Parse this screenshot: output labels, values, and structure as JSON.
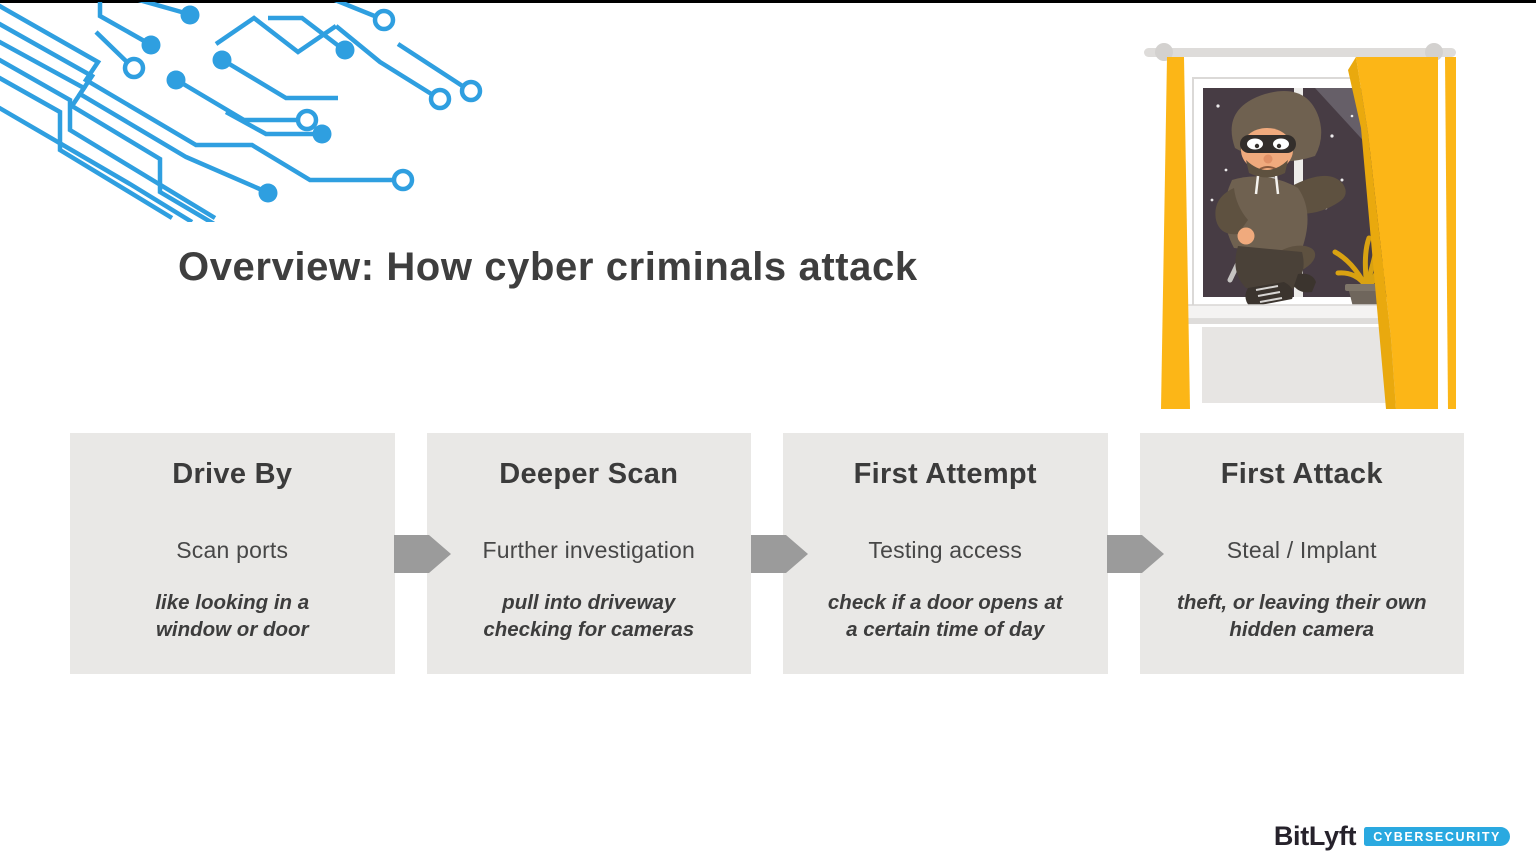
{
  "slide": {
    "title": "Overview: How cyber criminals attack",
    "stages": [
      {
        "heading": "Drive By",
        "action": "Scan ports",
        "analogy": "like looking in a window or door"
      },
      {
        "heading": "Deeper Scan",
        "action": "Further investigation",
        "analogy": "pull into driveway checking for cameras"
      },
      {
        "heading": "First Attempt",
        "action": "Testing access",
        "analogy": "check if a door opens at a certain time of day"
      },
      {
        "heading": "First Attack",
        "action": "Steal / Implant",
        "analogy": "theft, or leaving their own hidden camera"
      }
    ]
  },
  "branding": {
    "name": "BitLyft",
    "tagline": "CYBERSECURITY"
  },
  "icons": {
    "circuit": "circuit-board-pattern",
    "hero": "burglar-in-window-illustration",
    "arrow": "arrow-right"
  },
  "colors": {
    "circuit_blue": "#2F9FE0",
    "curtain_yellow": "#FCB617",
    "box_gray": "#E9E8E6",
    "arrow_gray": "#9B9B9B",
    "text_dark": "#3E3E3E",
    "badge_blue": "#2AA9E0",
    "night_sky": "#473C44"
  }
}
